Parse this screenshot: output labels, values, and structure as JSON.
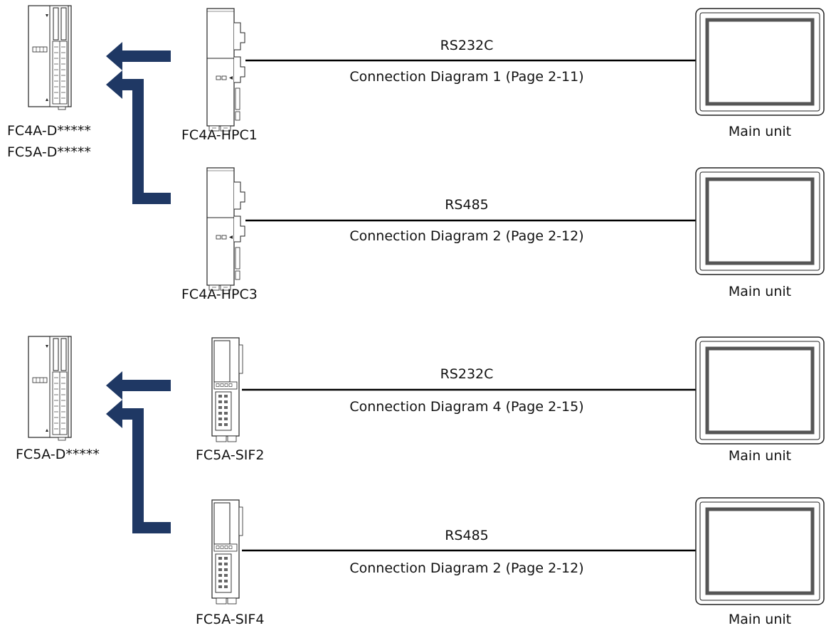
{
  "colors": {
    "arrow": "#1f3864",
    "line": "#000000",
    "background": "#ffffff"
  },
  "groups": [
    {
      "plc_label_lines": [
        "FC4A-D*****",
        "FC5A-D*****"
      ],
      "connections": [
        {
          "module": "FC4A-HPC1",
          "protocol": "RS232C",
          "diagram": "Connection Diagram 1 (Page 2-11)",
          "target": "Main unit"
        },
        {
          "module": "FC4A-HPC3",
          "protocol": "RS485",
          "diagram": "Connection Diagram 2 (Page 2-12)",
          "target": "Main unit"
        }
      ]
    },
    {
      "plc_label_lines": [
        "FC5A-D*****"
      ],
      "connections": [
        {
          "module": "FC5A-SIF2",
          "protocol": "RS232C",
          "diagram": "Connection Diagram 4 (Page 2-15)",
          "target": "Main unit"
        },
        {
          "module": "FC5A-SIF4",
          "protocol": "RS485",
          "diagram": "Connection Diagram 2 (Page 2-12)",
          "target": "Main unit"
        }
      ]
    }
  ],
  "icons": {
    "plc": "plc-unit-icon",
    "hpc_module": "hpc-comm-module-icon",
    "sif_module": "sif-comm-module-icon",
    "main_unit": "touch-panel-icon",
    "arrow": "connection-arrow-icon"
  }
}
